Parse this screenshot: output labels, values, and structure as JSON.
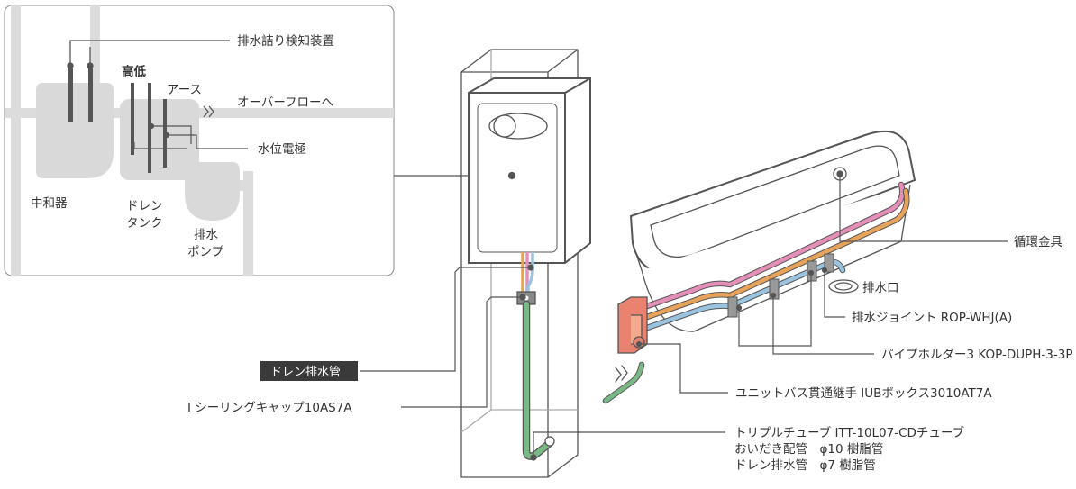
{
  "inset": {
    "labels": {
      "sensor": "排水詰り検知装置",
      "high_low": "高低",
      "earth": "アース",
      "overflow": "オーバーフローへ",
      "electrode": "水位電極",
      "neutralizer": "中和器",
      "drain_tank_1": "ドレン",
      "drain_tank_2": "タンク",
      "pump_1": "排水",
      "pump_2": "ポンプ"
    }
  },
  "callouts": {
    "circulation": "循環金具",
    "outlet": "排水口",
    "drain_joint": "排水ジョイント ROP-WHJ(A)",
    "pipe_holder": "パイプホルダー3 KOP-DUPH-3-3P",
    "unit_bath": "ユニットバス貫通継手 IUBボックス3010AT7A",
    "triple_1": "トリプルチューブ ITT-10L07-CDチューブ",
    "triple_2": "おいだき配管　φ10 樹脂管",
    "triple_3": "ドレン排水管　φ7 樹脂管",
    "drain_pipe_badge": "ドレン排水管",
    "sealing_cap": "I シーリングキャップ10AS7A"
  },
  "colors": {
    "pink": "#e58fb8",
    "orange": "#e8a35a",
    "blue": "#9ac3e0",
    "green": "#7ab886",
    "salmon": "#e9826e",
    "gray": "#d9d9d9",
    "line": "#555555"
  }
}
